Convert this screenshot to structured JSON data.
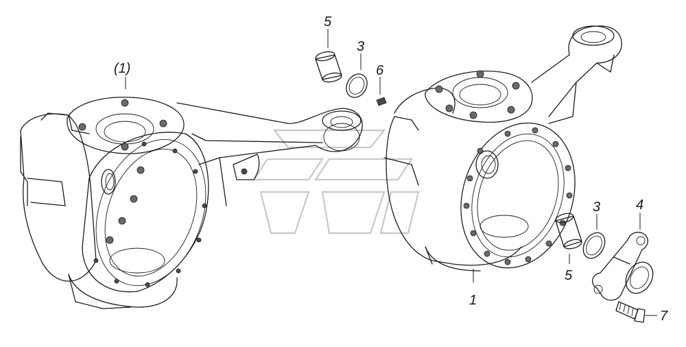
{
  "callouts": {
    "c1_ref": "(1)",
    "c5_top": "5",
    "c3_top": "3",
    "c6": "6",
    "c1": "1",
    "c5_bottom": "5",
    "c3_bottom": "3",
    "c4": "4",
    "c7": "7"
  }
}
